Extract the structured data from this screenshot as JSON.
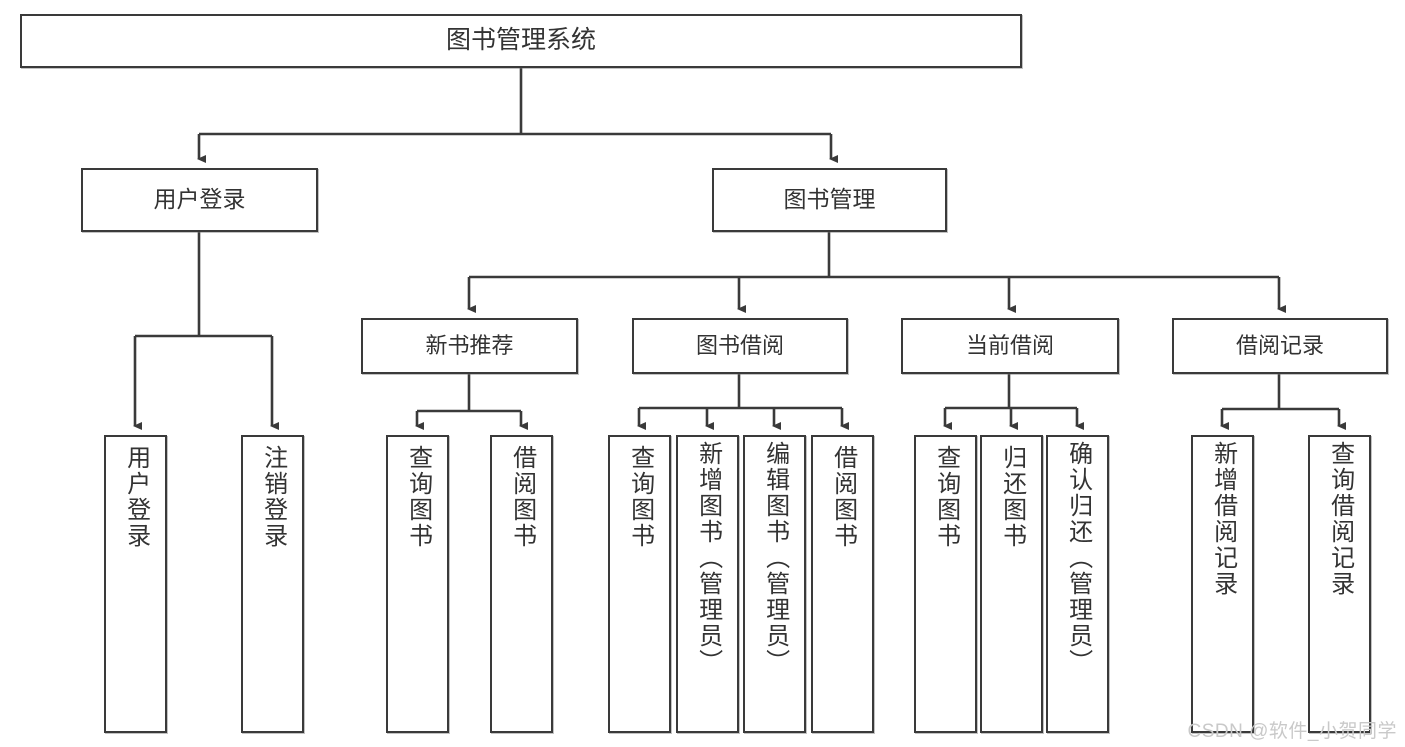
{
  "diagram": {
    "title": "图书管理系统",
    "watermark": "CSDN @软件_小贺同学",
    "colors": {
      "box_border": "#3a3a3a",
      "box_fill": "#ffffff",
      "connector": "#3a3a3a",
      "text": "#333333",
      "watermark": "#c9c9c9"
    },
    "root": {
      "label": "图书管理系统"
    },
    "level1": [
      {
        "label": "用户登录"
      },
      {
        "label": "图书管理"
      }
    ],
    "level2": [
      {
        "label": "新书推荐"
      },
      {
        "label": "图书借阅"
      },
      {
        "label": "当前借阅"
      },
      {
        "label": "借阅记录"
      }
    ],
    "leaves": {
      "user_login": [
        {
          "label": "用户登录"
        },
        {
          "label": "注销登录"
        }
      ],
      "new_book_recommend": [
        {
          "label": "查询图书"
        },
        {
          "label": "借阅图书"
        }
      ],
      "book_borrow": [
        {
          "label": "查询图书"
        },
        {
          "label": "新增图书（管理员）"
        },
        {
          "label": "编辑图书（管理员）"
        },
        {
          "label": "借阅图书"
        }
      ],
      "current_borrow": [
        {
          "label": "查询图书"
        },
        {
          "label": "归还图书"
        },
        {
          "label": "确认归还（管理员）"
        }
      ],
      "borrow_record": [
        {
          "label": "新增借阅记录"
        },
        {
          "label": "查询借阅记录"
        }
      ]
    }
  }
}
